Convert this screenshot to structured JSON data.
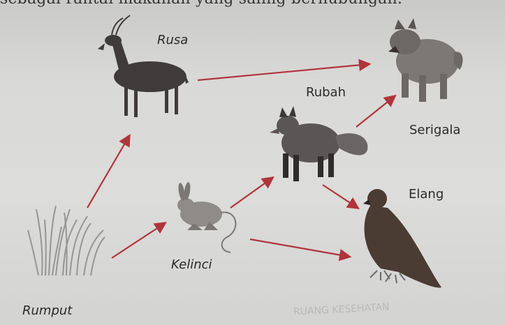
{
  "caption_fragment": "sebagai rantai makanan yang saling berhubungan.",
  "organisms": {
    "rumput": "Rumput",
    "rusa": "Rusa",
    "kelinci": "Kelinci",
    "rubah": "Rubah",
    "serigala": "Serigala",
    "elang": "Elang"
  },
  "background_text": [
    "RUANG KESEHATAN"
  ],
  "colors": {
    "arrow": "#b0343c",
    "animal_dark": "#3c3a3a",
    "animal_brown": "#4a3b33",
    "background": "#d8d8d6"
  }
}
